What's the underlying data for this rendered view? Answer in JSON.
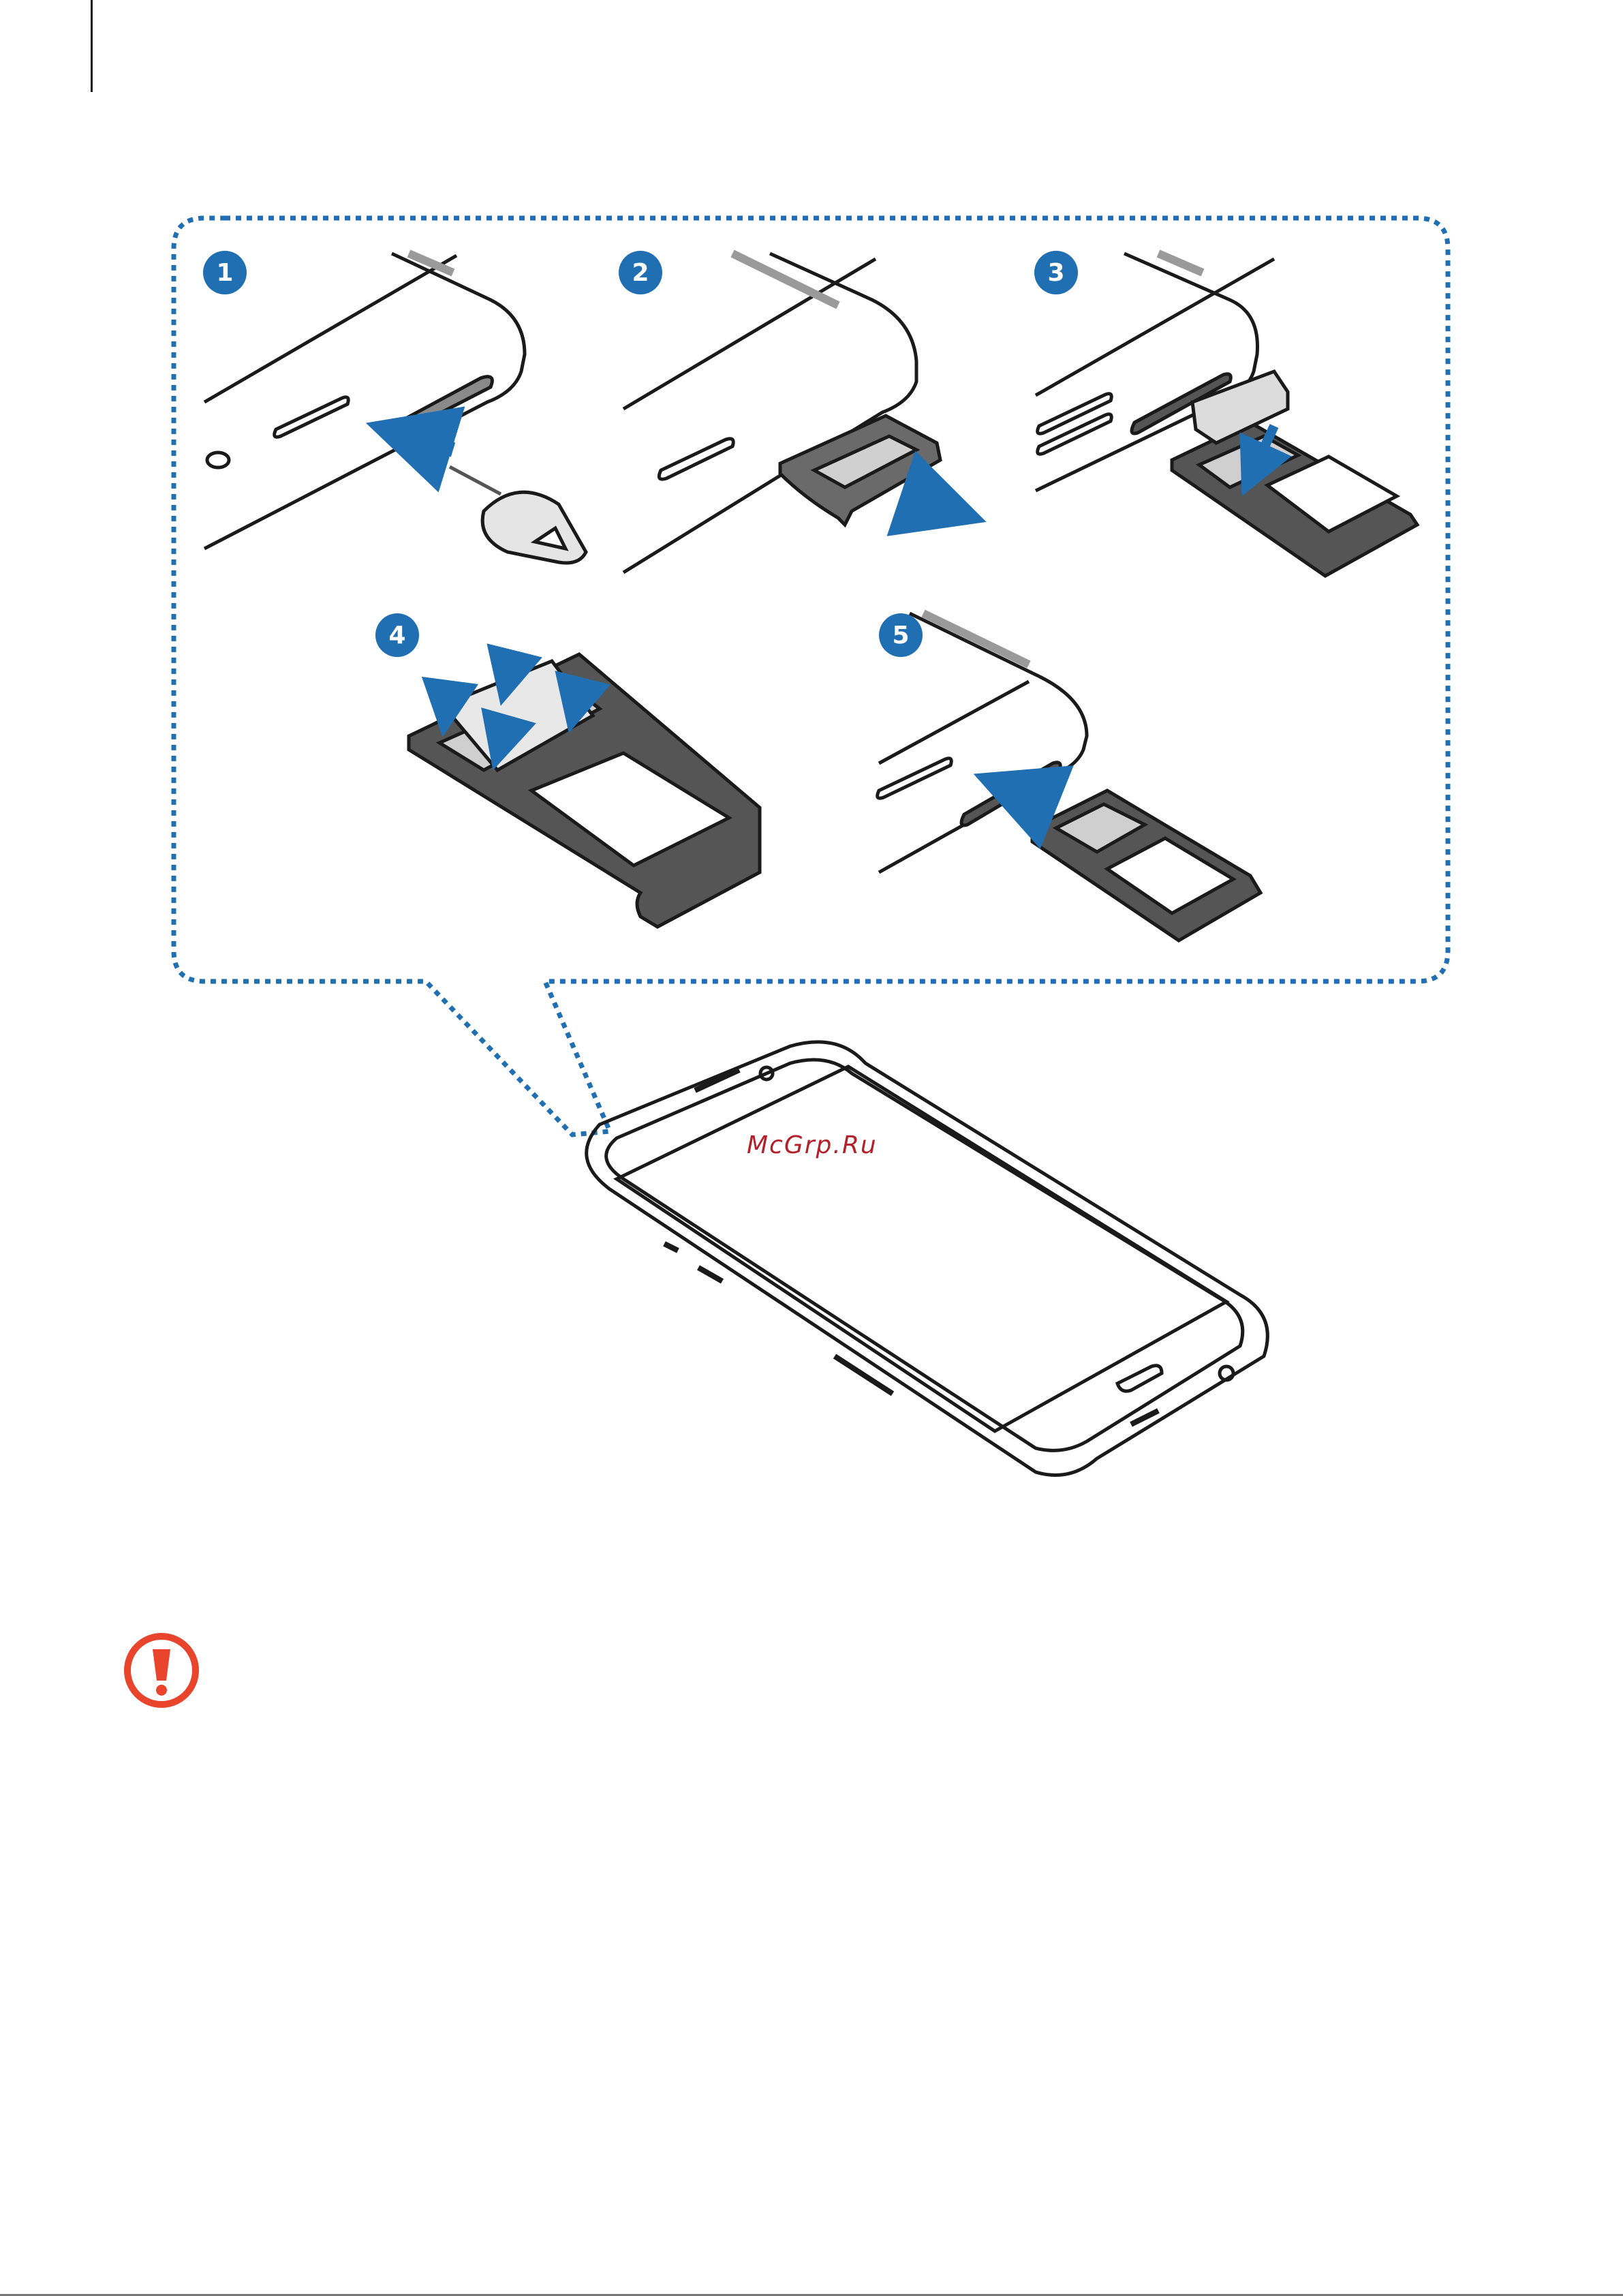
{
  "steps": [
    {
      "number": "1"
    },
    {
      "number": "2"
    },
    {
      "number": "3"
    },
    {
      "number": "4"
    },
    {
      "number": "5"
    }
  ],
  "watermark": {
    "text": "McGrp.Ru"
  },
  "caution": {
    "icon": "caution-icon",
    "color": "#e8452c"
  },
  "colors": {
    "accent_blue": "#1f6fb2",
    "dotted_frame": "#1f6fb2",
    "tray": "#4a4a4a",
    "outline": "#1a1a1a"
  }
}
